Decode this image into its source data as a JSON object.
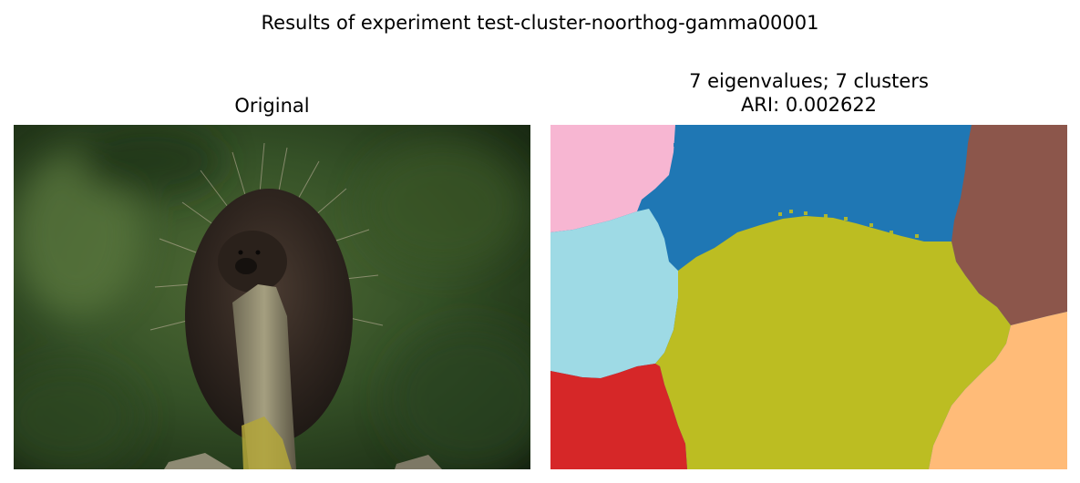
{
  "figure": {
    "suptitle": "Results of experiment test-cluster-noorthog-gamma00001"
  },
  "left_panel": {
    "title": "Original"
  },
  "right_panel": {
    "title_line1": "7 eigenvalues; 7 clusters",
    "title_line2": "ARI: 0.002622"
  },
  "chart_data": [
    {
      "type": "image",
      "title": "Original",
      "content": "photograph of a porcupine on a branch"
    },
    {
      "type": "heatmap",
      "title": "7 eigenvalues; 7 clusters",
      "subtitle": "ARI: 0.002622",
      "clusters": 7,
      "eigenvalues": 7,
      "ari": 0.002622,
      "colors": [
        "#1f77b4",
        "#f7b6d2",
        "#8c564b",
        "#9edae5",
        "#bcbd22",
        "#ffbb78",
        "#d62728"
      ]
    }
  ]
}
